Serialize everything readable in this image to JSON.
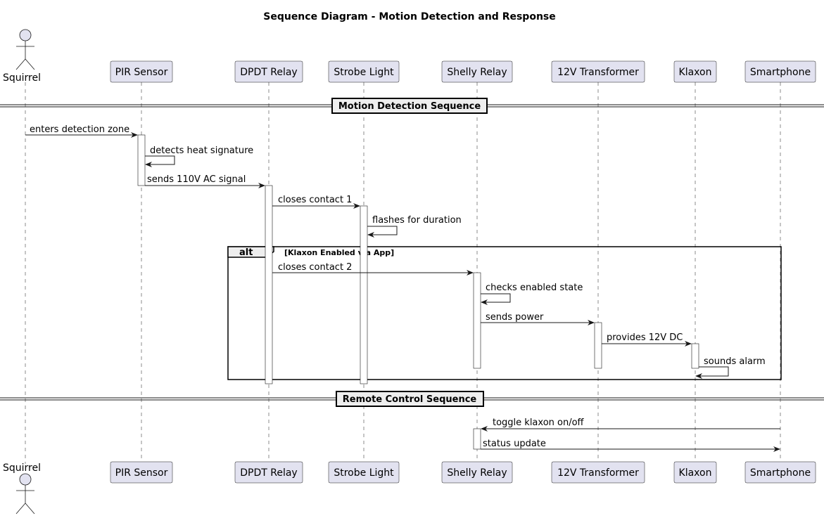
{
  "title": "Sequence Diagram - Motion Detection and Response",
  "participants": [
    {
      "id": "squirrel",
      "label": "Squirrel",
      "kind": "actor"
    },
    {
      "id": "pir",
      "label": "PIR Sensor",
      "kind": "participant"
    },
    {
      "id": "dpdt",
      "label": "DPDT Relay",
      "kind": "participant"
    },
    {
      "id": "strobe",
      "label": "Strobe Light",
      "kind": "participant"
    },
    {
      "id": "shelly",
      "label": "Shelly Relay",
      "kind": "participant"
    },
    {
      "id": "transformer",
      "label": "12V Transformer",
      "kind": "participant"
    },
    {
      "id": "klaxon",
      "label": "Klaxon",
      "kind": "participant"
    },
    {
      "id": "smartphone",
      "label": "Smartphone",
      "kind": "participant"
    }
  ],
  "sections": {
    "motion": "Motion Detection Sequence",
    "remote": "Remote Control Sequence"
  },
  "fragment": {
    "keyword": "alt",
    "condition": "[Klaxon Enabled via App]"
  },
  "messages": [
    {
      "from": "squirrel",
      "to": "pir",
      "label": "enters detection zone"
    },
    {
      "from": "pir",
      "to": "pir",
      "label": "detects heat signature"
    },
    {
      "from": "pir",
      "to": "dpdt",
      "label": "sends 110V AC signal"
    },
    {
      "from": "dpdt",
      "to": "strobe",
      "label": "closes contact 1"
    },
    {
      "from": "strobe",
      "to": "strobe",
      "label": "flashes for duration"
    },
    {
      "from": "dpdt",
      "to": "shelly",
      "label": "closes contact 2"
    },
    {
      "from": "shelly",
      "to": "shelly",
      "label": "checks enabled state"
    },
    {
      "from": "shelly",
      "to": "transformer",
      "label": "sends power"
    },
    {
      "from": "transformer",
      "to": "klaxon",
      "label": "provides 12V DC"
    },
    {
      "from": "klaxon",
      "to": "klaxon",
      "label": "sounds alarm"
    },
    {
      "from": "smartphone",
      "to": "shelly",
      "label": "toggle klaxon on/off"
    },
    {
      "from": "shelly",
      "to": "smartphone",
      "label": "status update"
    }
  ]
}
